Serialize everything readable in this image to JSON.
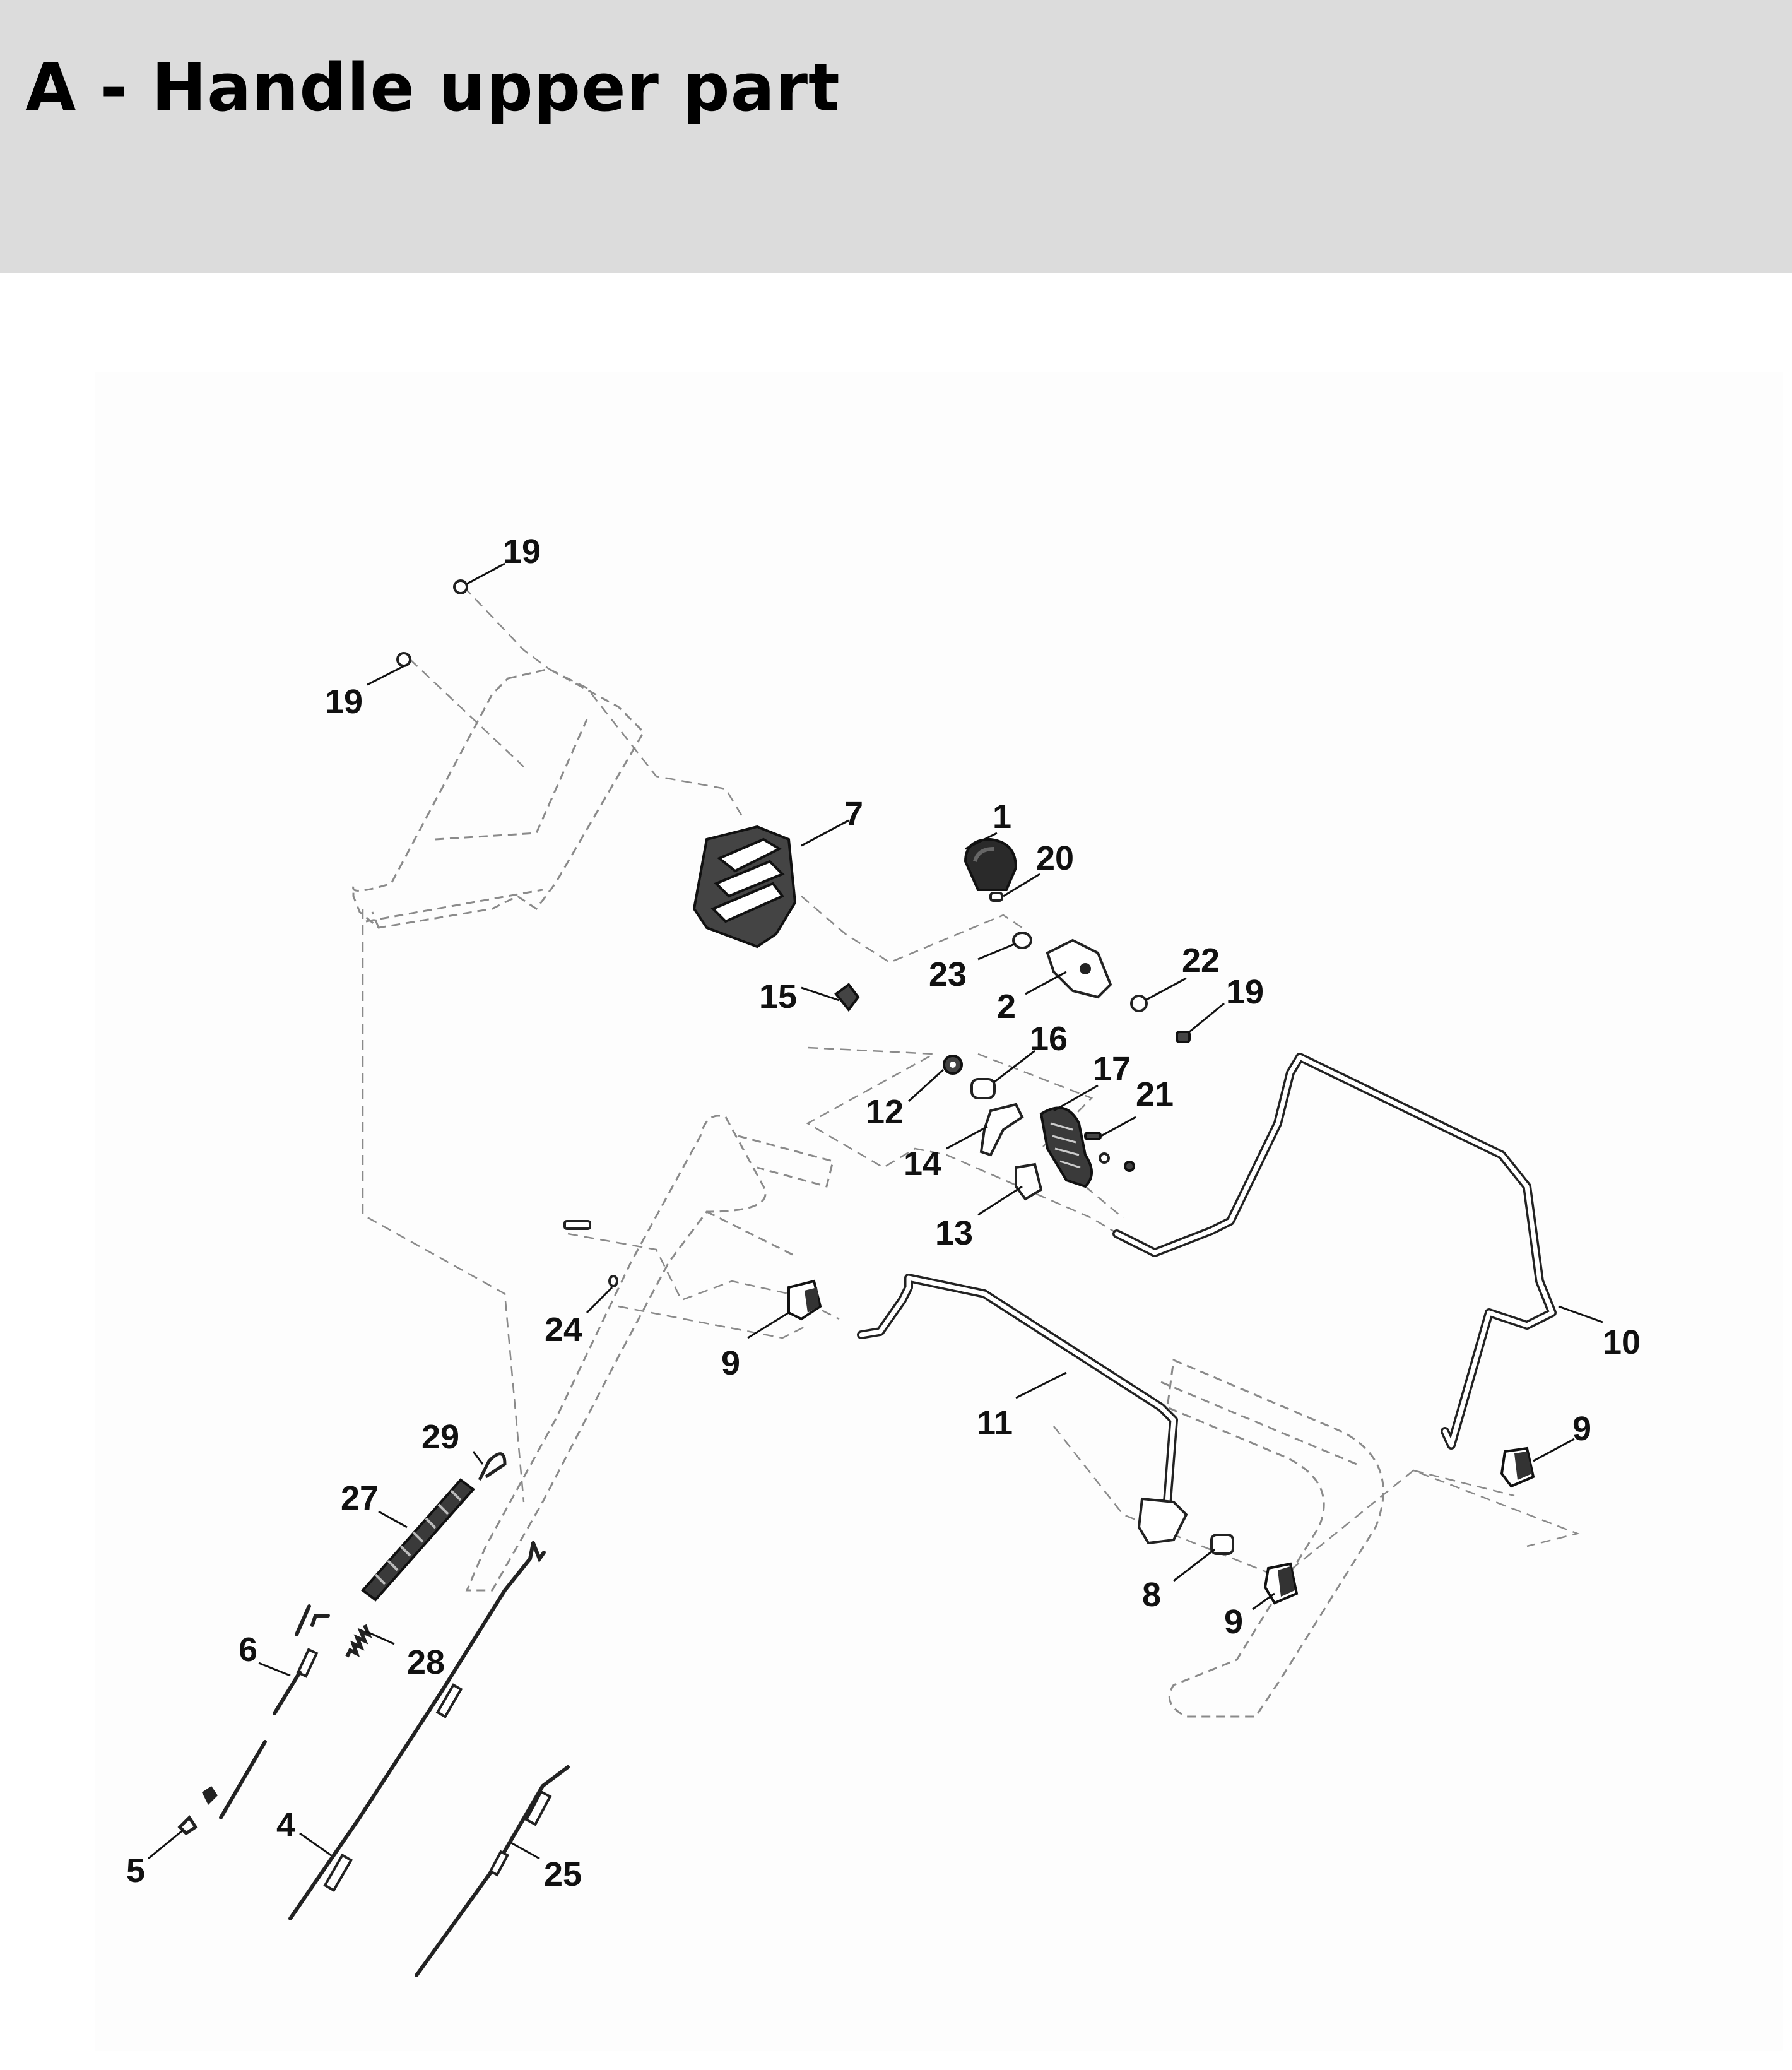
{
  "header": {
    "title": "A - Handle upper part"
  },
  "callouts": {
    "c19a": "19",
    "c19b": "19",
    "c7": "7",
    "c1": "1",
    "c20": "20",
    "c15": "15",
    "c23": "23",
    "c2": "2",
    "c22": "22",
    "c19c": "19",
    "c16": "16",
    "c12": "12",
    "c17": "17",
    "c21": "21",
    "c14": "14",
    "c13": "13",
    "c24": "24",
    "c9a": "9",
    "c11": "11",
    "c10": "10",
    "c9b": "9",
    "c29": "29",
    "c27": "27",
    "c8": "8",
    "c9c": "9",
    "c6": "6",
    "c28": "28",
    "c4": "4",
    "c5": "5",
    "c25": "25"
  }
}
